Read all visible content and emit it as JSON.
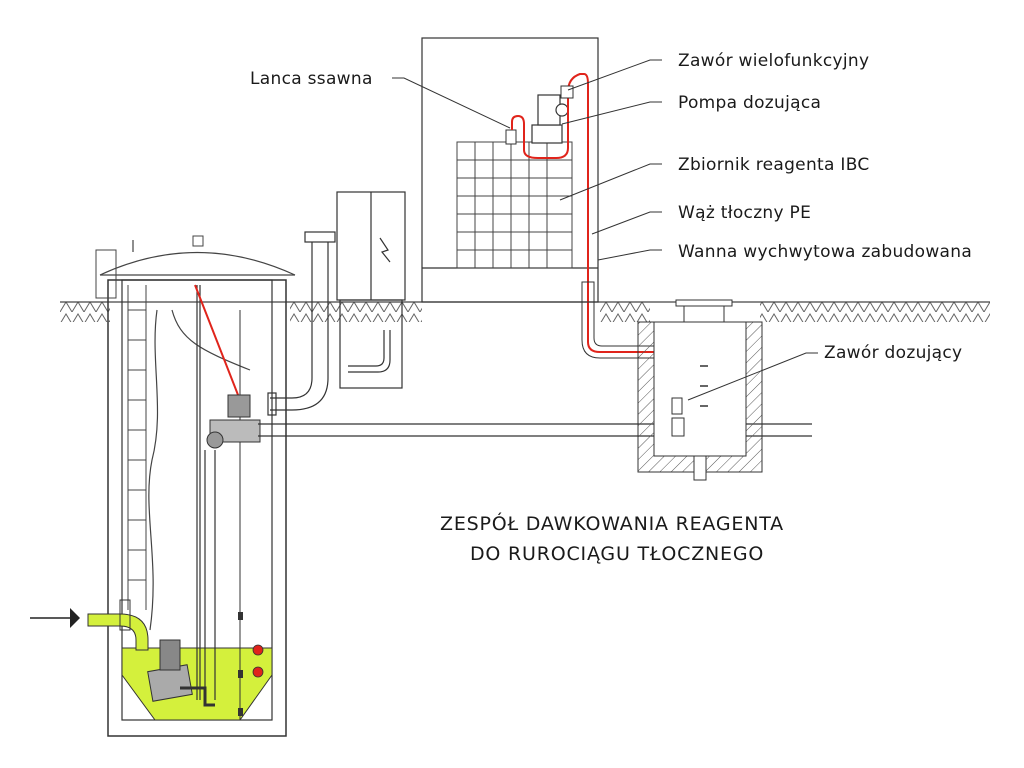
{
  "labels": {
    "lanca_ssawna": "Lanca ssawna",
    "zawor_wielofunkcyjny": "Zawór wielofunkcyjny",
    "pompa_dozujaca": "Pompa dozująca",
    "zbiornik_ibc": "Zbiornik reagenta IBC",
    "waz_tloczny": "Wąż tłoczny PE",
    "wanna_wychwytowa": "Wanna wychwytowa zabudowana",
    "zawor_dozujacy": "Zawór dozujący"
  },
  "title": {
    "line1": "ZESPÓŁ DAWKOWANIA REAGENTA",
    "line2": "DO RUROCIĄGU TŁOCZNEGO"
  },
  "colors": {
    "line": "#333333",
    "hose": "#e0241b",
    "liquid": "#d4f03c",
    "hatch": "#555555"
  }
}
